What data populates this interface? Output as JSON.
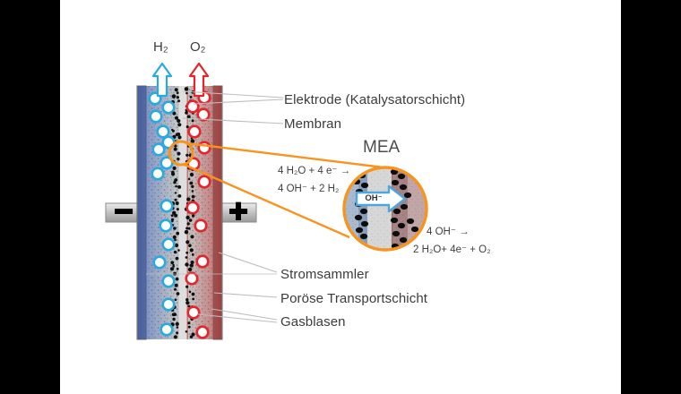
{
  "figure": {
    "gas_labels": {
      "h2": "H₂",
      "o2": "O₂"
    },
    "terminals": {
      "minus": "−",
      "plus": "+"
    },
    "callouts": {
      "elektrode": "Elektrode (Katalysatorschicht)",
      "membran": "Membran",
      "stromsammler": "Stromsammler",
      "poroese": "Poröse Transportschicht",
      "gasblasen": "Gasblasen"
    },
    "inset": {
      "title": "MEA",
      "oh_ion": "OH⁻",
      "cathode_reaction_line1": "4 H₂O + 4 e⁻ →",
      "cathode_reaction_line2": "4 OH⁻ + 2 H₂",
      "anode_reaction_line1": "4 OH⁻ →",
      "anode_reaction_line2": "2 H₂O+ 4e⁻ + O₂"
    },
    "colors": {
      "hydrogen_blue": "#2AA9E0",
      "oxygen_red": "#E5252C",
      "highlight_orange": "#F7941E",
      "membrane_grey": "#DDDDDD"
    }
  }
}
